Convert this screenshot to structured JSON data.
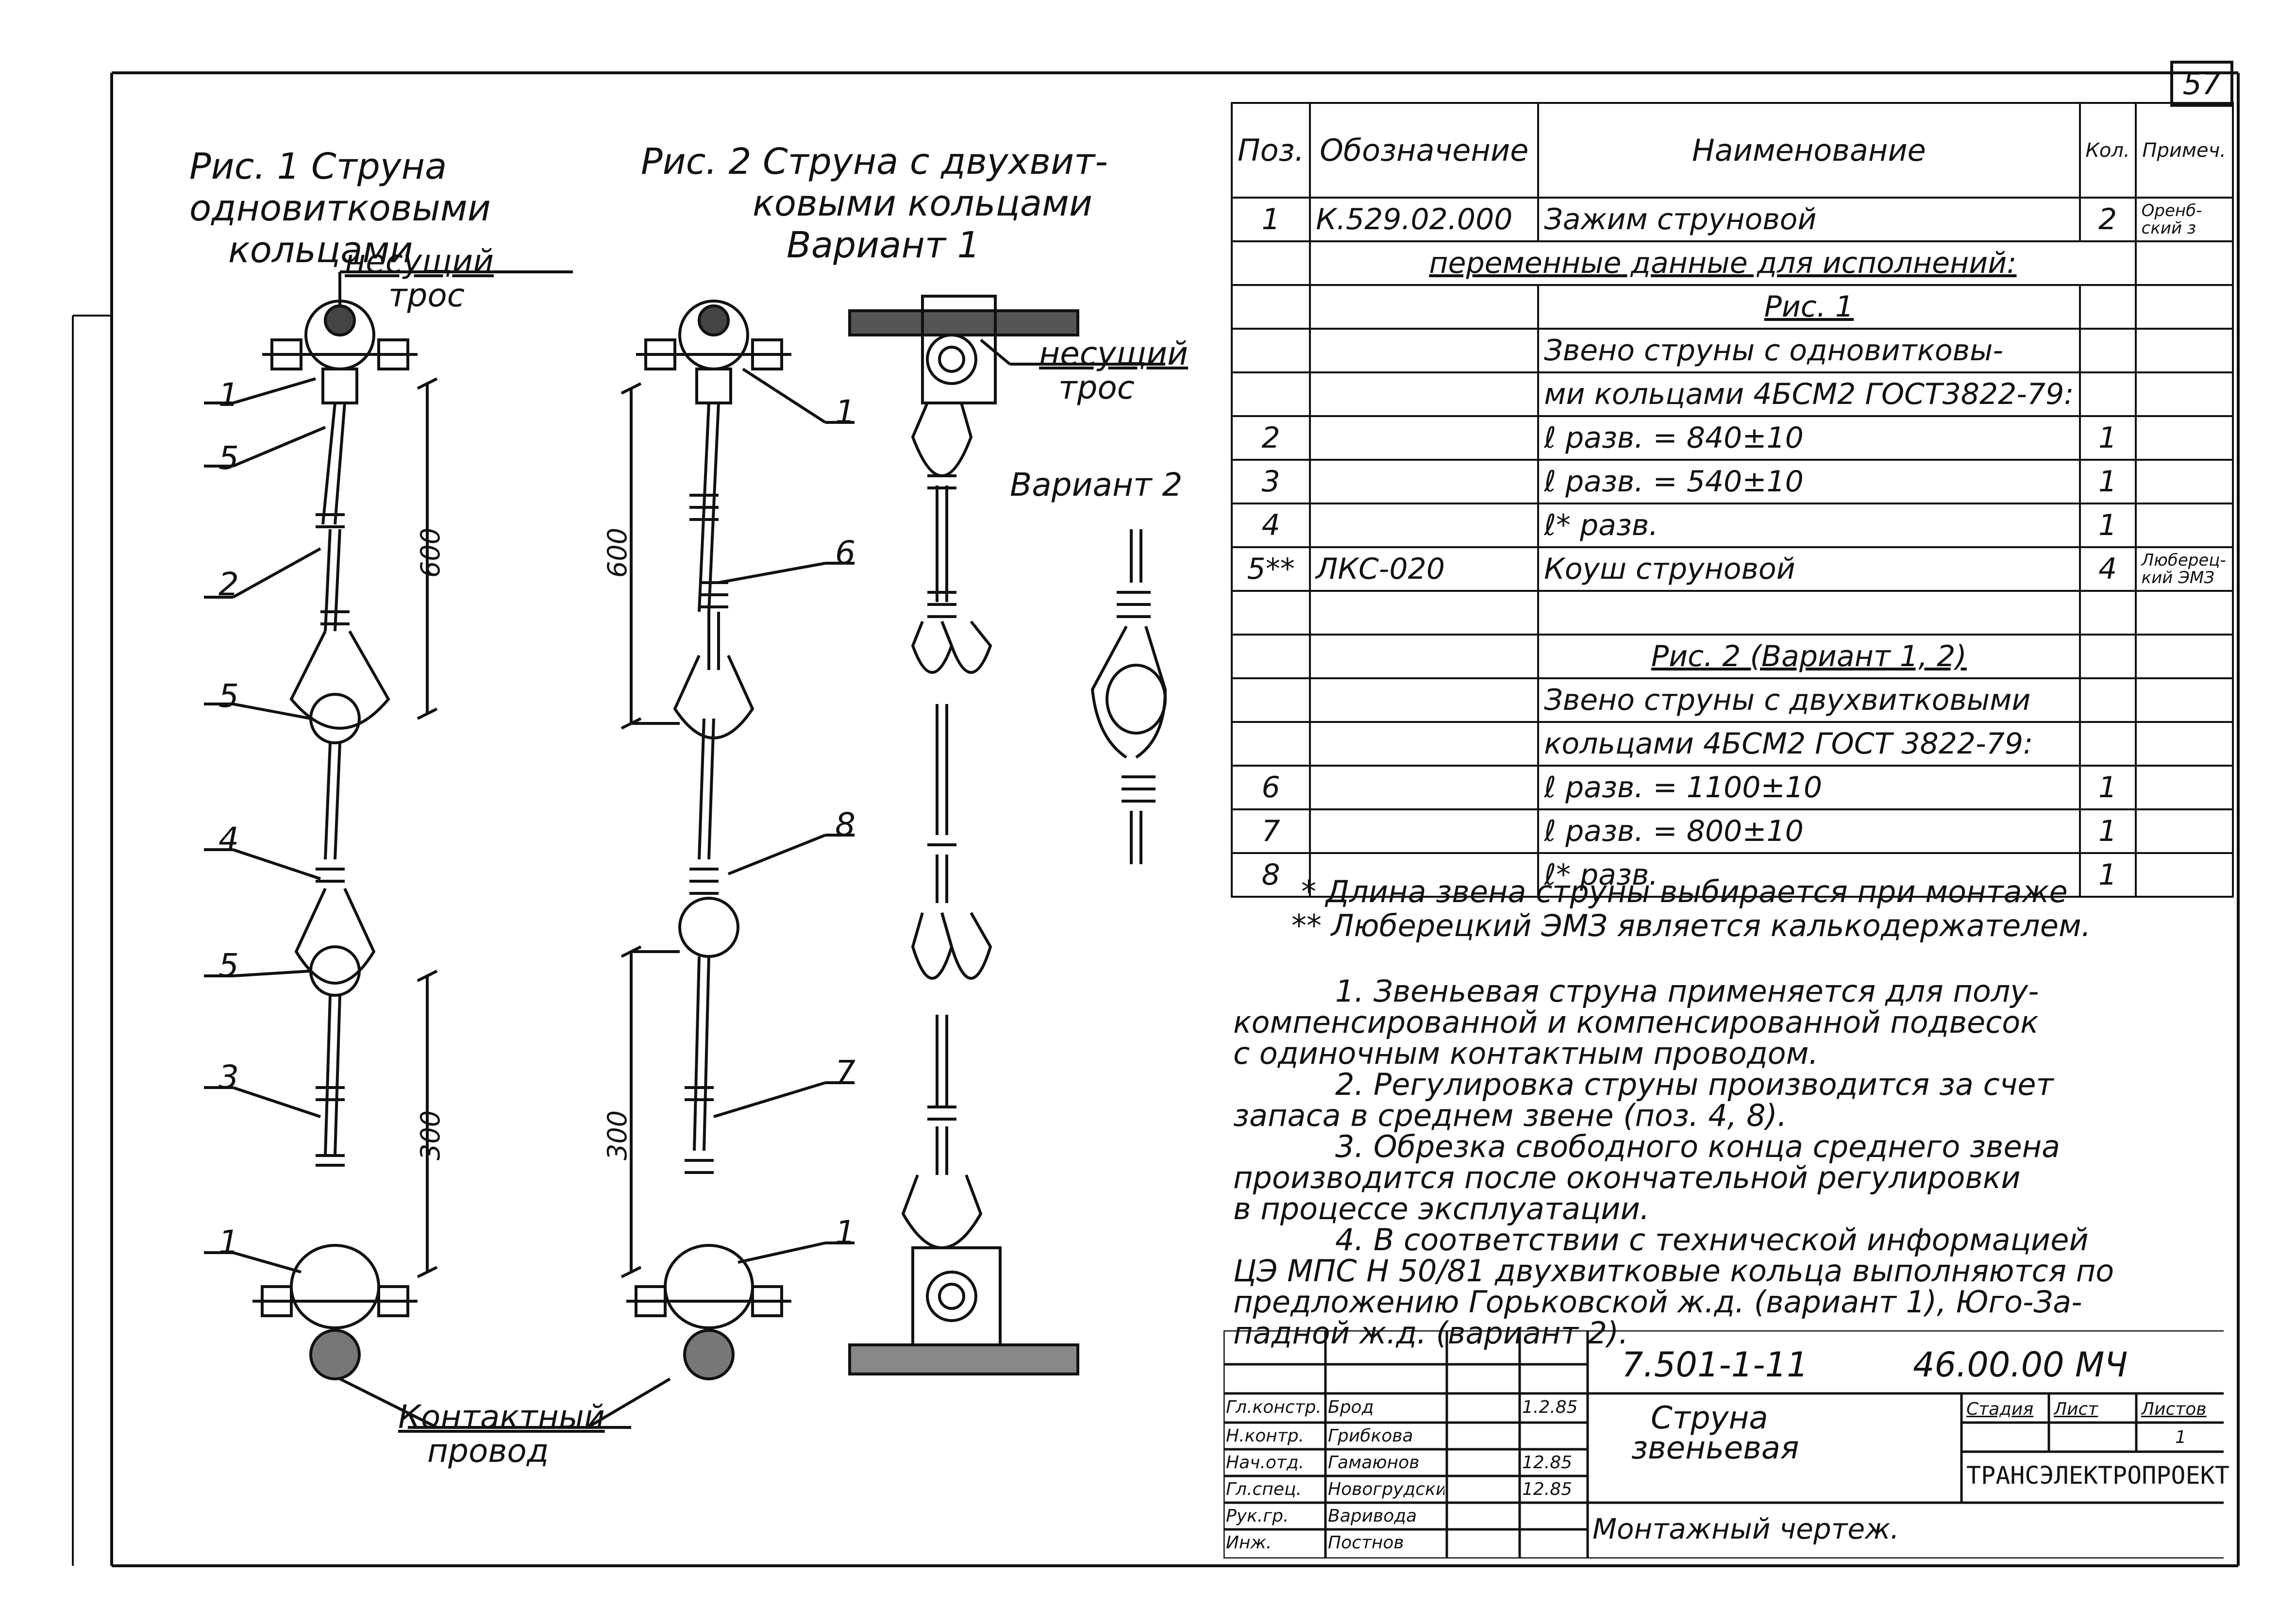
{
  "sheet_number": "57",
  "figures": {
    "fig1_title": [
      "Рис. 1 Струна",
      "одновитковыми",
      "кольцами"
    ],
    "fig2_title": [
      "Рис. 2 Струна с двухвит-",
      "ковыми кольцами",
      "Вариант 1"
    ],
    "variant2_label": "Вариант 2",
    "carrier_cable_label": [
      "несущий",
      "трос"
    ],
    "contact_wire_label": [
      "Контактный",
      "провод"
    ],
    "fig1_callouts": [
      "1",
      "5",
      "2",
      "5",
      "4",
      "5",
      "3",
      "1"
    ],
    "fig2_callouts": [
      "1",
      "6",
      "8",
      "7",
      "1"
    ],
    "dims": {
      "fig1_upper": "600",
      "fig1_lower": "300",
      "fig2_upper": "600",
      "fig2_lower": "300"
    }
  },
  "spec_table": {
    "headers": [
      "Поз.",
      "Обозначение",
      "Наименование",
      "Кол.",
      "Примеч."
    ],
    "rows": [
      {
        "pos": "1",
        "designation": "К.529.02.000",
        "name": "Зажим струновой",
        "qty": "2",
        "note": "Оренб-ский з"
      },
      {
        "pos": "",
        "designation": "",
        "name": "переменные данные для исполнений:",
        "qty": "",
        "note": "",
        "span": true
      },
      {
        "pos": "",
        "designation": "",
        "name": "Рис. 1",
        "qty": "",
        "note": "",
        "heading": true
      },
      {
        "pos": "",
        "designation": "",
        "name": "Звено струны с одновитковы-",
        "qty": "",
        "note": ""
      },
      {
        "pos": "",
        "designation": "",
        "name": "ми кольцами 4БСМ2 ГОСТ3822-79:",
        "qty": "",
        "note": ""
      },
      {
        "pos": "2",
        "designation": "",
        "name": "ℓ разв. = 840±10",
        "qty": "1",
        "note": ""
      },
      {
        "pos": "3",
        "designation": "",
        "name": "ℓ разв. = 540±10",
        "qty": "1",
        "note": ""
      },
      {
        "pos": "4",
        "designation": "",
        "name": "ℓ* разв.",
        "qty": "1",
        "note": ""
      },
      {
        "pos": "5**",
        "designation": "ЛКС-020",
        "name": "Коуш струновой",
        "qty": "4",
        "note": "Люберец-кий ЭМЗ"
      },
      {
        "pos": "",
        "designation": "",
        "name": "",
        "qty": "",
        "note": ""
      },
      {
        "pos": "",
        "designation": "",
        "name": "Рис. 2 (Вариант 1, 2)",
        "qty": "",
        "note": "",
        "heading": true
      },
      {
        "pos": "",
        "designation": "",
        "name": "Звено струны с двухвитковыми",
        "qty": "",
        "note": ""
      },
      {
        "pos": "",
        "designation": "",
        "name": "кольцами 4БСМ2 ГОСТ 3822-79:",
        "qty": "",
        "note": ""
      },
      {
        "pos": "6",
        "designation": "",
        "name": "ℓ разв. = 1100±10",
        "qty": "1",
        "note": ""
      },
      {
        "pos": "7",
        "designation": "",
        "name": "ℓ разв. = 800±10",
        "qty": "1",
        "note": ""
      },
      {
        "pos": "8",
        "designation": "",
        "name": "ℓ* разв.",
        "qty": "1",
        "note": ""
      }
    ]
  },
  "footnotes": [
    "* Длина звена струны выбирается при монтаже",
    "** Люберецкий ЭМЗ является калькодержателем."
  ],
  "notes": [
    "1. Звеньевая струна применяется для полу-",
    "компенсированной и компенсированной подвесок",
    "с одиночным контактным проводом.",
    "2. Регулировка струны производится за счет",
    "запаса в среднем звене (поз. 4, 8).",
    "3. Обрезка свободного конца среднего звена",
    "производится после окончательной регулировки",
    "в процессе эксплуатации.",
    "4. В соответствии с технической информацией",
    "ЦЭ МПС Н 50/81 двухвитковые кольца выполняются по",
    "предложению Горьковской ж.д. (вариант 1), Юго-За-",
    "падной ж.д. (вариант 2)."
  ],
  "title_block": {
    "doc_code": "7.501-1-11",
    "doc_number": "46.00.00 МЧ",
    "title": [
      "Струна",
      "звеньевая"
    ],
    "subtitle": "Монтажный чертеж.",
    "org": "ТРАНСЭЛЕКТРОПРОЕКТ",
    "stage_headers": [
      "Стадия",
      "Лист",
      "Листов"
    ],
    "sheets_total": "1",
    "staff": [
      {
        "role": "Гл.констр.",
        "name": "Брод",
        "date": "1.2.85"
      },
      {
        "role": "Н.контр.",
        "name": "Грибкова",
        "date": ""
      },
      {
        "role": "Нач.отд.",
        "name": "Гамаюнов",
        "date": "12.85"
      },
      {
        "role": "Гл.спец.",
        "name": "Новогрудский",
        "date": "12.85"
      },
      {
        "role": "Рук.гр.",
        "name": "Варивода",
        "date": ""
      },
      {
        "role": "Инж.",
        "name": "Постнов",
        "date": ""
      }
    ]
  }
}
